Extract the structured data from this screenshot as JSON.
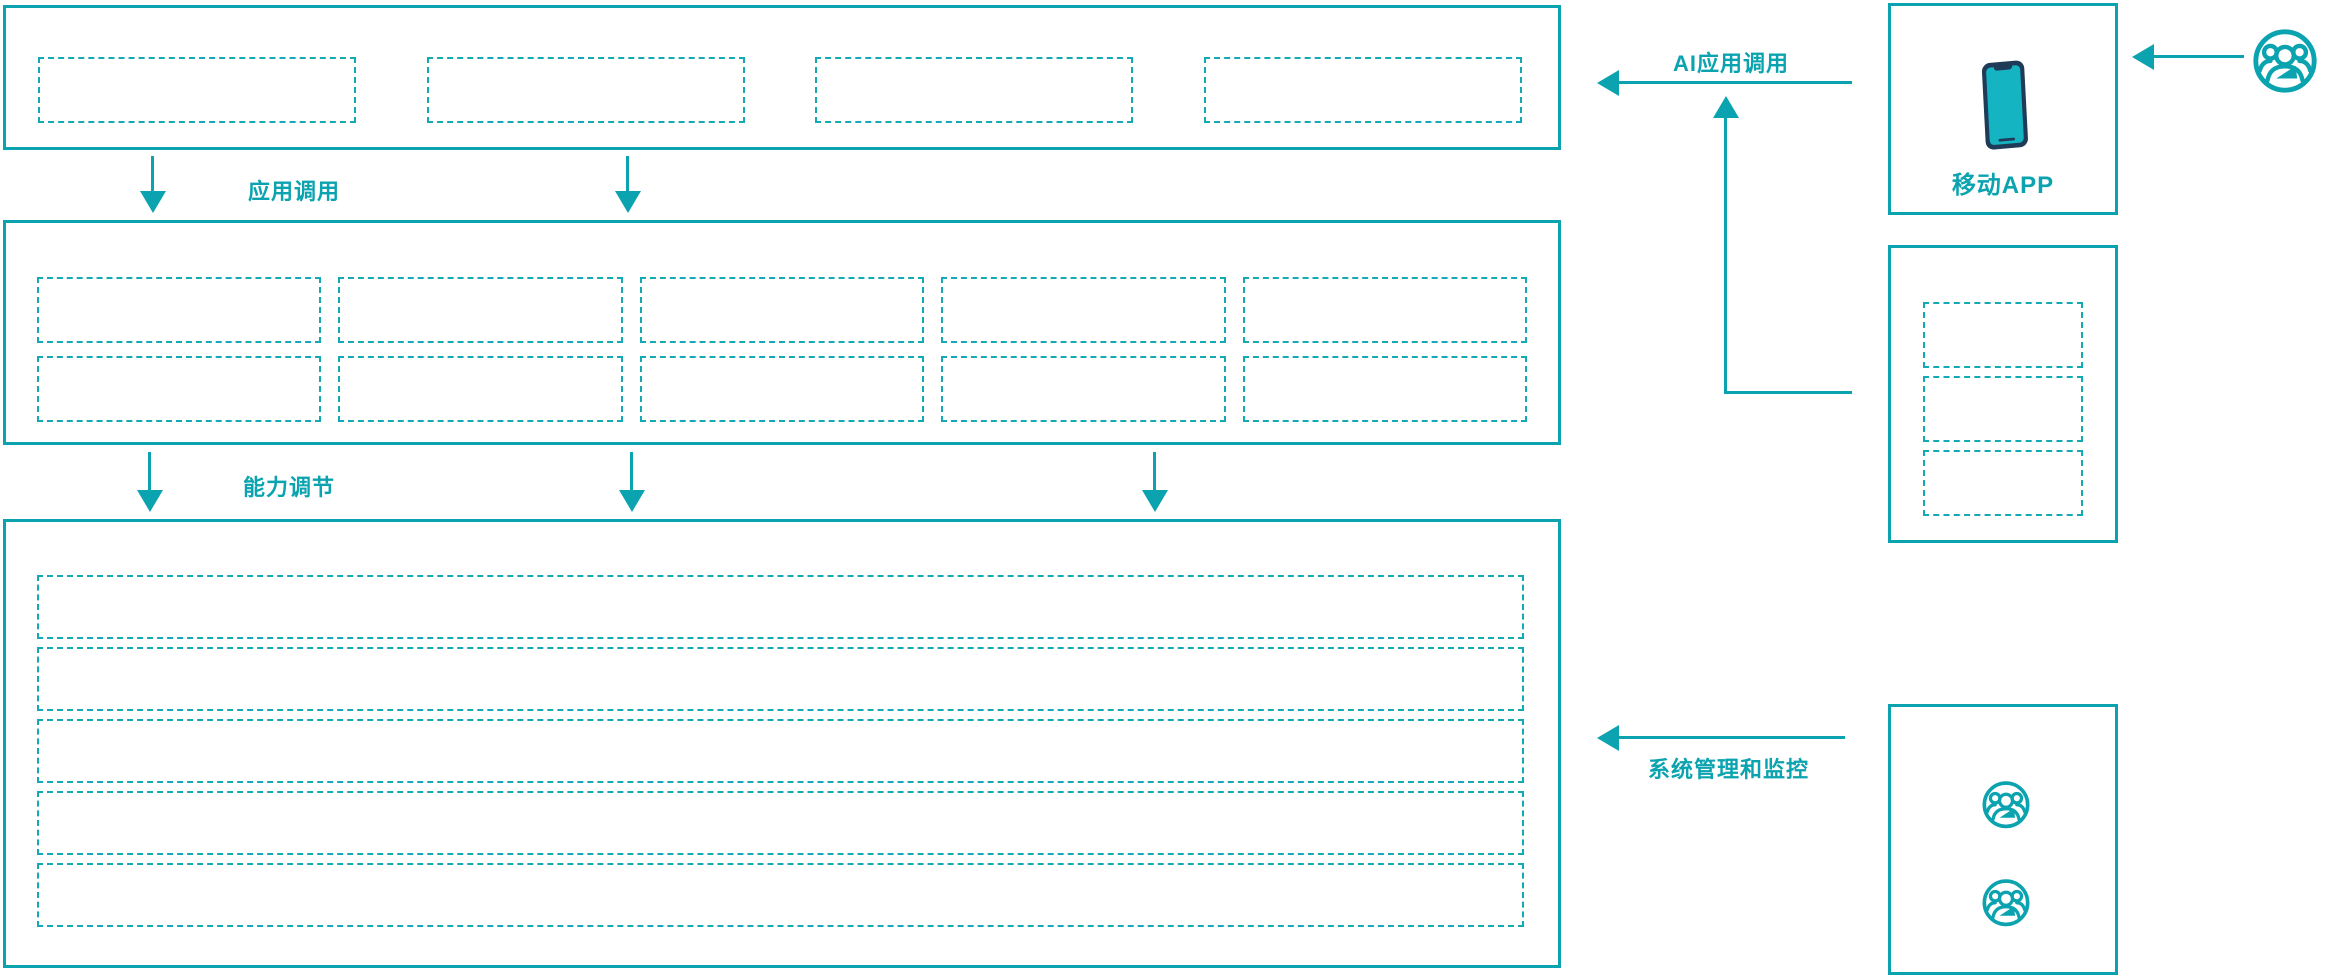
{
  "colors": {
    "accent": "#0ba3af",
    "dashed_box_border": "#14aab5",
    "phone_frame": "#1f3b58",
    "phone_screen": "#14b4c2"
  },
  "labels": {
    "app_call": "应用调用",
    "capability_tuning": "能力调节",
    "ai_app_call": "AI应用调用",
    "system_monitor": "系统管理和监控"
  },
  "layers": {
    "application": {
      "placeholder_count": 4
    },
    "capability": {
      "rows": 2,
      "cols": 5,
      "cell_count": 10
    },
    "resource": {
      "row_count": 5
    }
  },
  "right_panel": {
    "mobile_box": {
      "label": "移动APP",
      "icon": "smartphone-icon"
    },
    "service_box": {
      "placeholder_count": 3
    },
    "admin_box": {
      "icon": "user-group-icon",
      "icon_count": 2
    }
  },
  "external_user": {
    "icon": "user-group-icon"
  }
}
